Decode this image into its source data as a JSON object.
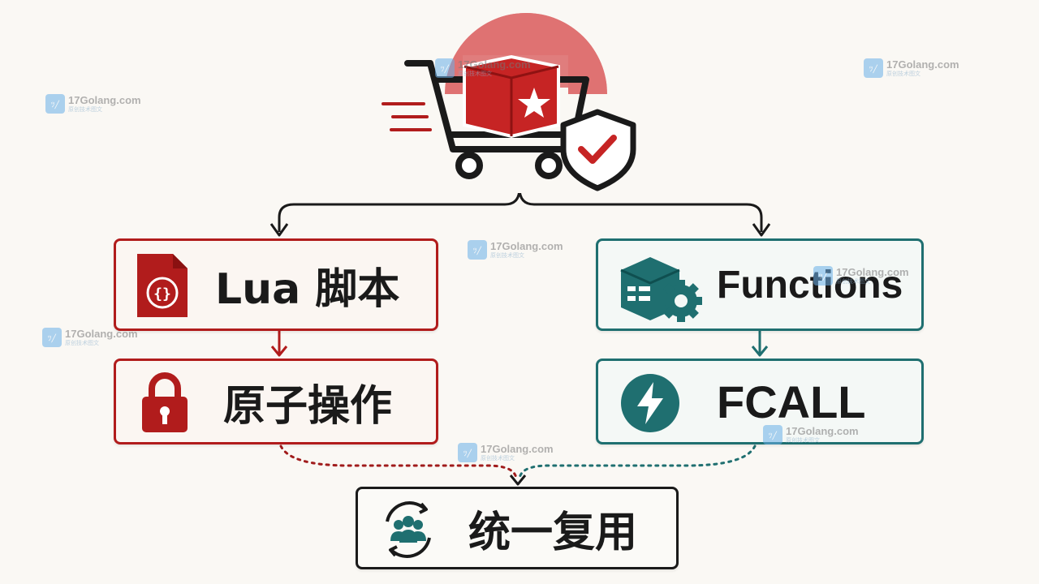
{
  "nodes": {
    "lua": {
      "label": "Lua 脚本",
      "icon": "lua-script-file-icon"
    },
    "atomic": {
      "label": "原子操作",
      "icon": "padlock-icon"
    },
    "functions": {
      "label": "Functions",
      "icon": "server-gear-icon"
    },
    "fcall": {
      "label": "FCALL",
      "icon": "lightning-bolt-icon"
    },
    "reuse": {
      "label": "统一复用",
      "icon": "team-cycle-icon"
    }
  },
  "top_icon": "shopping-cart-shield-icon",
  "watermark": {
    "site": "17Golang.com",
    "sub": "原创技术图文",
    "badge": "ﾂ╱"
  },
  "colors": {
    "red": "#b11c1c",
    "teal": "#1f6f70",
    "dark": "#1a1a1a",
    "background": "#faf8f4"
  }
}
